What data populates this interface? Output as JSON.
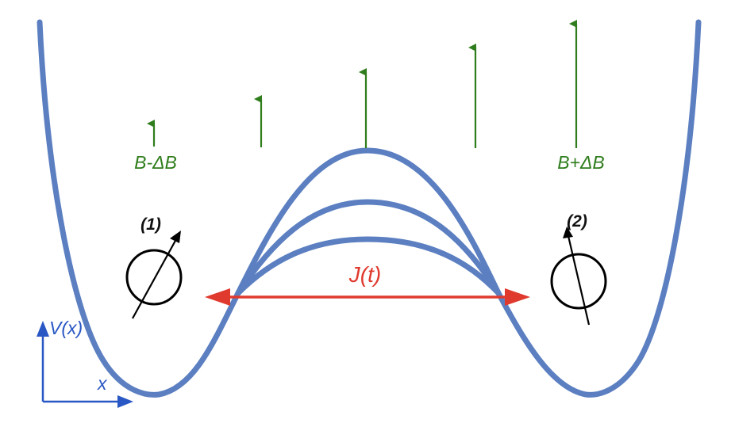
{
  "labels": {
    "field_left": "B-ΔB",
    "field_right": "B+ΔB",
    "spin_left": "(1)",
    "spin_right": "(2)",
    "coupling": "J(t)",
    "y_axis": "V(x)",
    "x_axis": "x"
  },
  "icons": {
    "field_arrow": "arrow-up-icon",
    "spin": "spin-arrow-icon",
    "coupling_arrow": "double-arrow-icon",
    "axis": "axis-arrow-icon"
  },
  "colors": {
    "potential": "#5b7fc1",
    "field": "#2f7d1c",
    "coupling": "#e03a2e",
    "axis": "#2957c4",
    "spin": "#000000"
  }
}
